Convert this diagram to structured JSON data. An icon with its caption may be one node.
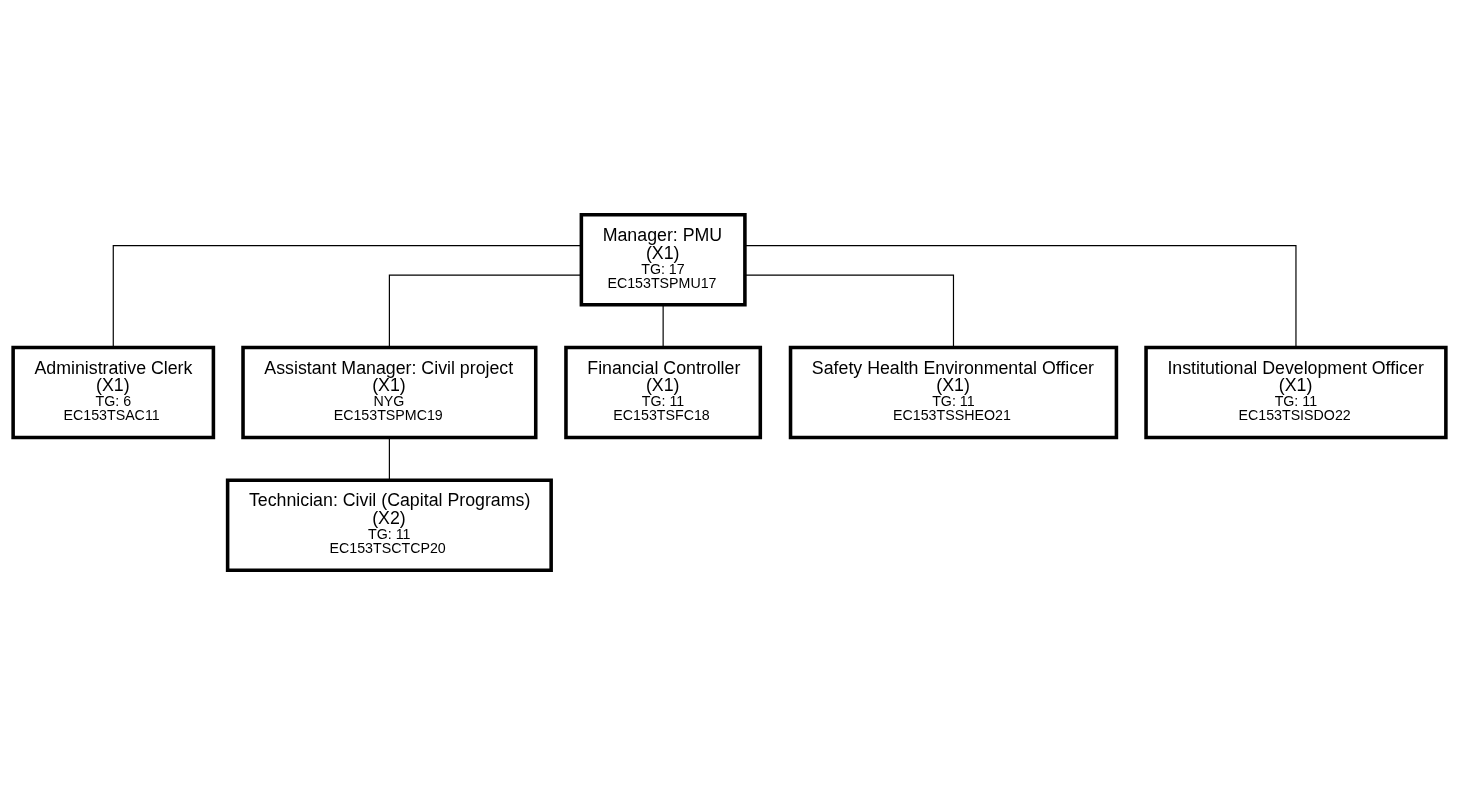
{
  "diagram": {
    "nodes": [
      {
        "text": [
          "Manager: PMU",
          "(X1)",
          "TG: 17",
          "EC153TSPMU17"
        ]
      },
      {
        "text": [
          "Administrative Clerk",
          "(X1)",
          "TG: 6",
          "EC153TSAC11"
        ]
      },
      {
        "text": [
          "Assistant Manager: Civil project",
          "(X1)",
          "NYG",
          "EC153TSPMC19"
        ]
      },
      {
        "text": [
          "Financial Controller",
          "(X1)",
          "TG: 11",
          "EC153TSFC18"
        ]
      },
      {
        "text": [
          "Safety Health Environmental Officer",
          "(X1)",
          "TG: 11",
          "EC153TSSHEO21"
        ]
      },
      {
        "text": [
          "Institutional Development Officer",
          "(X1)",
          "TG: 11",
          "EC153TSISDO22"
        ]
      },
      {
        "text": [
          "Technician: Civil (Capital Programs)",
          "(X2)",
          "TG: 11",
          "EC153TSCTCP20"
        ]
      }
    ],
    "edges": [
      {
        "from": 0,
        "to": 1,
        "arrow": "none"
      },
      {
        "from": 0,
        "to": 2,
        "arrow": "none"
      },
      {
        "from": 0,
        "to": 3,
        "arrow": "none"
      },
      {
        "from": 0,
        "to": 4,
        "arrow": "none"
      },
      {
        "from": 0,
        "to": 5,
        "arrow": "none"
      },
      {
        "from": 2,
        "to": 6,
        "arrow": "none"
      }
    ]
  }
}
